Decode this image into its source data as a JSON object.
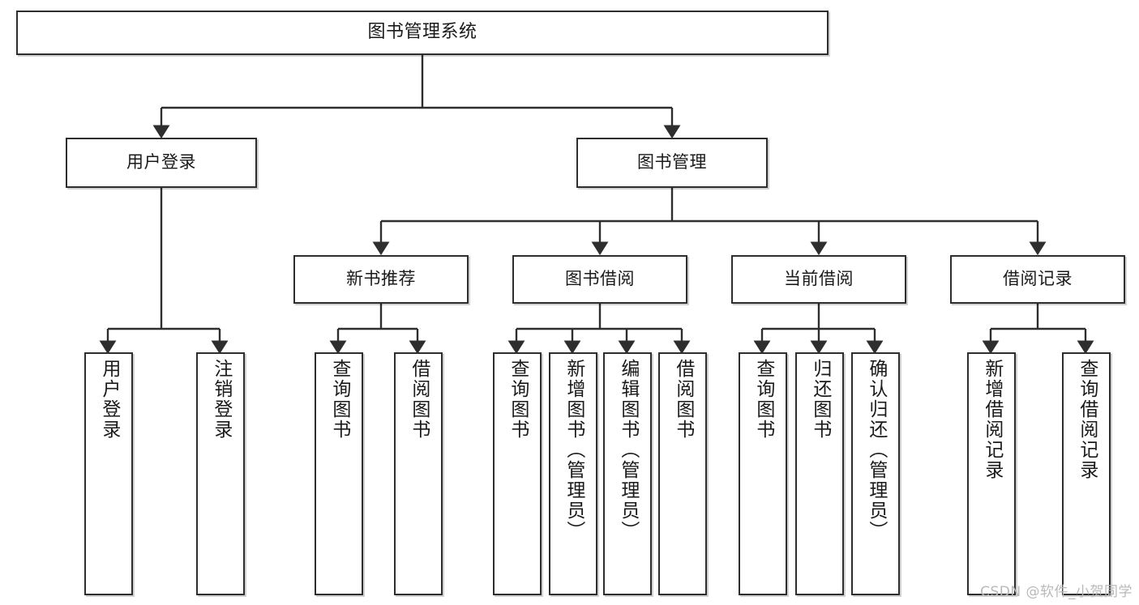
{
  "diagram": {
    "title": "图书管理系统",
    "type": "tree-hierarchy",
    "watermark": "CSDN @软件_小贺同学",
    "colors": {
      "background": "#ffffff",
      "box_border": "#2e2e2e",
      "box_fill": "#ffffff",
      "edge": "#2e2e2e",
      "text": "#1a1a1a",
      "watermark": "#b9b9b9"
    },
    "levels": {
      "root": {
        "label": "图书管理系统"
      },
      "level2": [
        {
          "id": "user-login",
          "label": "用户登录"
        },
        {
          "id": "book-manage",
          "label": "图书管理"
        }
      ],
      "level3": [
        {
          "id": "new-book-recommend",
          "label": "新书推荐"
        },
        {
          "id": "book-borrow",
          "label": "图书借阅"
        },
        {
          "id": "current-borrow",
          "label": "当前借阅"
        },
        {
          "id": "borrow-record",
          "label": "借阅记录"
        }
      ],
      "leaves": {
        "user-login": [
          {
            "id": "leaf-user-login",
            "label": "用户登录"
          },
          {
            "id": "leaf-user-logout",
            "label": "注销登录"
          }
        ],
        "new-book-recommend": [
          {
            "id": "leaf-query-book-1",
            "label": "查询图书"
          },
          {
            "id": "leaf-borrow-book-1",
            "label": "借阅图书"
          }
        ],
        "book-borrow": [
          {
            "id": "leaf-query-book-2",
            "label": "查询图书"
          },
          {
            "id": "leaf-add-book",
            "label": "新增图书（管理员）"
          },
          {
            "id": "leaf-edit-book",
            "label": "编辑图书（管理员）"
          },
          {
            "id": "leaf-borrow-book-2",
            "label": "借阅图书"
          }
        ],
        "current-borrow": [
          {
            "id": "leaf-query-book-3",
            "label": "查询图书"
          },
          {
            "id": "leaf-return-book",
            "label": "归还图书"
          },
          {
            "id": "leaf-confirm-return",
            "label": "确认归还（管理员）"
          }
        ],
        "borrow-record": [
          {
            "id": "leaf-add-record",
            "label": "新增借阅记录"
          },
          {
            "id": "leaf-query-record",
            "label": "查询借阅记录"
          }
        ]
      }
    }
  }
}
